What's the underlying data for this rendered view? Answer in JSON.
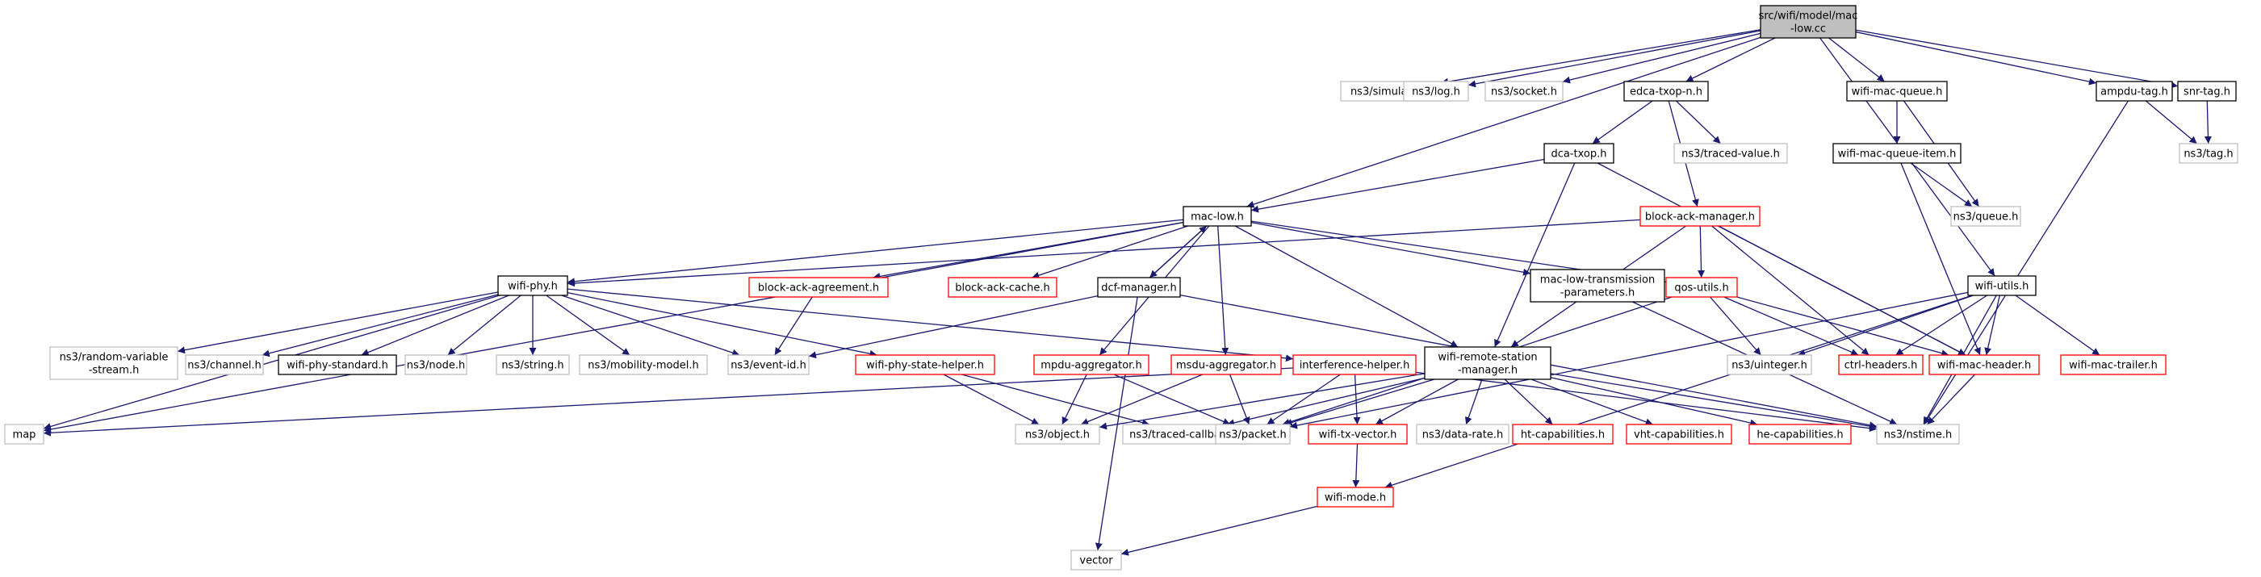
{
  "colors": {
    "edge": "#191970",
    "root_fill": "#bfbfbf",
    "normal_border": "#000000",
    "truncated_border": "#ff0000",
    "external_border": "#bfbfbf",
    "text": "#000000"
  },
  "nodes": [
    {
      "id": "mac-low-cc",
      "lines": [
        "src/wifi/model/mac",
        "-low.cc"
      ],
      "kind": "root"
    },
    {
      "id": "simulator",
      "lines": [
        "ns3/simulator.h"
      ],
      "kind": "external"
    },
    {
      "id": "log",
      "lines": [
        "ns3/log.h"
      ],
      "kind": "external"
    },
    {
      "id": "socket",
      "lines": [
        "ns3/socket.h"
      ],
      "kind": "external"
    },
    {
      "id": "edca-txop-n",
      "lines": [
        "edca-txop-n.h"
      ],
      "kind": "normal"
    },
    {
      "id": "wifi-mac-queue",
      "lines": [
        "wifi-mac-queue.h"
      ],
      "kind": "normal"
    },
    {
      "id": "ampdu-tag",
      "lines": [
        "ampdu-tag.h"
      ],
      "kind": "normal"
    },
    {
      "id": "snr-tag",
      "lines": [
        "snr-tag.h"
      ],
      "kind": "normal"
    },
    {
      "id": "dca-txop",
      "lines": [
        "dca-txop.h"
      ],
      "kind": "normal"
    },
    {
      "id": "traced-value",
      "lines": [
        "ns3/traced-value.h"
      ],
      "kind": "external"
    },
    {
      "id": "wifi-mac-queue-item",
      "lines": [
        "wifi-mac-queue-item.h"
      ],
      "kind": "normal"
    },
    {
      "id": "tag",
      "lines": [
        "ns3/tag.h"
      ],
      "kind": "external"
    },
    {
      "id": "queue",
      "lines": [
        "ns3/queue.h"
      ],
      "kind": "external"
    },
    {
      "id": "mac-low",
      "lines": [
        "mac-low.h"
      ],
      "kind": "normal"
    },
    {
      "id": "block-ack-manager",
      "lines": [
        "block-ack-manager.h"
      ],
      "kind": "truncated"
    },
    {
      "id": "wifi-phy",
      "lines": [
        "wifi-phy.h"
      ],
      "kind": "normal"
    },
    {
      "id": "block-ack-agreement",
      "lines": [
        "block-ack-agreement.h"
      ],
      "kind": "truncated"
    },
    {
      "id": "block-ack-cache",
      "lines": [
        "block-ack-cache.h"
      ],
      "kind": "truncated"
    },
    {
      "id": "dcf-manager",
      "lines": [
        "dcf-manager.h"
      ],
      "kind": "normal"
    },
    {
      "id": "mac-low-tx-params",
      "lines": [
        "mac-low-transmission",
        "-parameters.h"
      ],
      "kind": "normal"
    },
    {
      "id": "qos-utils",
      "lines": [
        "qos-utils.h"
      ],
      "kind": "truncated"
    },
    {
      "id": "wifi-utils",
      "lines": [
        "wifi-utils.h"
      ],
      "kind": "normal"
    },
    {
      "id": "random-variable-stream",
      "lines": [
        "ns3/random-variable",
        "-stream.h"
      ],
      "kind": "external"
    },
    {
      "id": "channel",
      "lines": [
        "ns3/channel.h"
      ],
      "kind": "external"
    },
    {
      "id": "wifi-phy-standard",
      "lines": [
        "wifi-phy-standard.h"
      ],
      "kind": "normal"
    },
    {
      "id": "node",
      "lines": [
        "ns3/node.h"
      ],
      "kind": "external"
    },
    {
      "id": "string",
      "lines": [
        "ns3/string.h"
      ],
      "kind": "external"
    },
    {
      "id": "mobility-model",
      "lines": [
        "ns3/mobility-model.h"
      ],
      "kind": "external"
    },
    {
      "id": "event-id",
      "lines": [
        "ns3/event-id.h"
      ],
      "kind": "external"
    },
    {
      "id": "wifi-phy-state-helper",
      "lines": [
        "wifi-phy-state-helper.h"
      ],
      "kind": "truncated"
    },
    {
      "id": "mpdu-aggregator",
      "lines": [
        "mpdu-aggregator.h"
      ],
      "kind": "truncated"
    },
    {
      "id": "msdu-aggregator",
      "lines": [
        "msdu-aggregator.h"
      ],
      "kind": "truncated"
    },
    {
      "id": "interference-helper",
      "lines": [
        "interference-helper.h"
      ],
      "kind": "truncated"
    },
    {
      "id": "wifi-remote-station-manager",
      "lines": [
        "wifi-remote-station",
        "-manager.h"
      ],
      "kind": "normal"
    },
    {
      "id": "uinteger",
      "lines": [
        "ns3/uinteger.h"
      ],
      "kind": "external"
    },
    {
      "id": "ctrl-headers",
      "lines": [
        "ctrl-headers.h"
      ],
      "kind": "truncated"
    },
    {
      "id": "wifi-mac-header",
      "lines": [
        "wifi-mac-header.h"
      ],
      "kind": "truncated"
    },
    {
      "id": "wifi-mac-trailer",
      "lines": [
        "wifi-mac-trailer.h"
      ],
      "kind": "truncated"
    },
    {
      "id": "map",
      "lines": [
        "map"
      ],
      "kind": "external"
    },
    {
      "id": "object",
      "lines": [
        "ns3/object.h"
      ],
      "kind": "external"
    },
    {
      "id": "traced-callback",
      "lines": [
        "ns3/traced-callback.h"
      ],
      "kind": "external"
    },
    {
      "id": "packet",
      "lines": [
        "ns3/packet.h"
      ],
      "kind": "external"
    },
    {
      "id": "wifi-tx-vector",
      "lines": [
        "wifi-tx-vector.h"
      ],
      "kind": "truncated"
    },
    {
      "id": "data-rate",
      "lines": [
        "ns3/data-rate.h"
      ],
      "kind": "external"
    },
    {
      "id": "ht-capabilities",
      "lines": [
        "ht-capabilities.h"
      ],
      "kind": "truncated"
    },
    {
      "id": "vht-capabilities",
      "lines": [
        "vht-capabilities.h"
      ],
      "kind": "truncated"
    },
    {
      "id": "he-capabilities",
      "lines": [
        "he-capabilities.h"
      ],
      "kind": "truncated"
    },
    {
      "id": "nstime",
      "lines": [
        "ns3/nstime.h"
      ],
      "kind": "external"
    },
    {
      "id": "wifi-mode",
      "lines": [
        "wifi-mode.h"
      ],
      "kind": "truncated"
    },
    {
      "id": "vector",
      "lines": [
        "vector"
      ],
      "kind": "external"
    }
  ],
  "edges": [
    [
      "mac-low-cc",
      "simulator"
    ],
    [
      "mac-low-cc",
      "log"
    ],
    [
      "mac-low-cc",
      "socket"
    ],
    [
      "mac-low-cc",
      "edca-txop-n"
    ],
    [
      "mac-low-cc",
      "wifi-mac-queue"
    ],
    [
      "mac-low-cc",
      "ampdu-tag"
    ],
    [
      "mac-low-cc",
      "snr-tag"
    ],
    [
      "mac-low-cc",
      "mac-low"
    ],
    [
      "mac-low-cc",
      "wifi-utils"
    ],
    [
      "edca-txop-n",
      "dca-txop"
    ],
    [
      "edca-txop-n",
      "traced-value"
    ],
    [
      "edca-txop-n",
      "block-ack-manager"
    ],
    [
      "wifi-mac-queue",
      "wifi-mac-queue-item"
    ],
    [
      "wifi-mac-queue",
      "queue"
    ],
    [
      "ampdu-tag",
      "tag"
    ],
    [
      "ampdu-tag",
      "nstime"
    ],
    [
      "snr-tag",
      "tag"
    ],
    [
      "dca-txop",
      "mac-low"
    ],
    [
      "dca-txop",
      "wifi-mac-header"
    ],
    [
      "dca-txop",
      "wifi-remote-station-manager"
    ],
    [
      "wifi-mac-queue-item",
      "queue"
    ],
    [
      "wifi-mac-queue-item",
      "wifi-mac-header"
    ],
    [
      "mac-low",
      "wifi-phy"
    ],
    [
      "mac-low",
      "block-ack-agreement"
    ],
    [
      "mac-low",
      "block-ack-cache"
    ],
    [
      "mac-low",
      "dcf-manager"
    ],
    [
      "mac-low",
      "mac-low-tx-params"
    ],
    [
      "mac-low",
      "qos-utils"
    ],
    [
      "mac-low",
      "mpdu-aggregator"
    ],
    [
      "mac-low",
      "msdu-aggregator"
    ],
    [
      "mac-low",
      "wifi-remote-station-manager"
    ],
    [
      "mac-low",
      "map"
    ],
    [
      "dcf-manager",
      "mac-low"
    ],
    [
      "dcf-manager",
      "event-id"
    ],
    [
      "dcf-manager",
      "nstime"
    ],
    [
      "dcf-manager",
      "vector"
    ],
    [
      "block-ack-manager",
      "qos-utils"
    ],
    [
      "block-ack-manager",
      "ctrl-headers"
    ],
    [
      "block-ack-manager",
      "wifi-mac-header"
    ],
    [
      "block-ack-manager",
      "wifi-remote-station-manager"
    ],
    [
      "block-ack-manager",
      "wifi-phy"
    ],
    [
      "block-ack-agreement",
      "event-id"
    ],
    [
      "mac-low-tx-params",
      "nstime"
    ],
    [
      "qos-utils",
      "uinteger"
    ],
    [
      "qos-utils",
      "ctrl-headers"
    ],
    [
      "qos-utils",
      "wifi-mac-header"
    ],
    [
      "qos-utils",
      "packet"
    ],
    [
      "wifi-utils",
      "uinteger"
    ],
    [
      "wifi-utils",
      "ctrl-headers"
    ],
    [
      "wifi-utils",
      "wifi-mac-header"
    ],
    [
      "wifi-utils",
      "wifi-mac-trailer"
    ],
    [
      "wifi-utils",
      "nstime"
    ],
    [
      "wifi-utils",
      "packet"
    ],
    [
      "wifi-utils",
      "wifi-mode"
    ],
    [
      "wifi-phy",
      "random-variable-stream"
    ],
    [
      "wifi-phy",
      "channel"
    ],
    [
      "wifi-phy",
      "wifi-phy-standard"
    ],
    [
      "wifi-phy",
      "node"
    ],
    [
      "wifi-phy",
      "string"
    ],
    [
      "wifi-phy",
      "mobility-model"
    ],
    [
      "wifi-phy",
      "event-id"
    ],
    [
      "wifi-phy",
      "wifi-phy-state-helper"
    ],
    [
      "wifi-phy",
      "interference-helper"
    ],
    [
      "wifi-phy",
      "map"
    ],
    [
      "wifi-phy-state-helper",
      "object"
    ],
    [
      "wifi-phy-state-helper",
      "traced-callback"
    ],
    [
      "mpdu-aggregator",
      "object"
    ],
    [
      "mpdu-aggregator",
      "packet"
    ],
    [
      "msdu-aggregator",
      "object"
    ],
    [
      "msdu-aggregator",
      "packet"
    ],
    [
      "interference-helper",
      "map"
    ],
    [
      "interference-helper",
      "packet"
    ],
    [
      "interference-helper",
      "wifi-tx-vector"
    ],
    [
      "interference-helper",
      "nstime"
    ],
    [
      "wifi-remote-station-manager",
      "object"
    ],
    [
      "wifi-remote-station-manager",
      "traced-callback"
    ],
    [
      "wifi-remote-station-manager",
      "packet"
    ],
    [
      "wifi-remote-station-manager",
      "wifi-tx-vector"
    ],
    [
      "wifi-remote-station-manager",
      "data-rate"
    ],
    [
      "wifi-remote-station-manager",
      "ht-capabilities"
    ],
    [
      "wifi-remote-station-manager",
      "vht-capabilities"
    ],
    [
      "wifi-remote-station-manager",
      "he-capabilities"
    ],
    [
      "wifi-remote-station-manager",
      "nstime"
    ],
    [
      "wifi-mac-header",
      "nstime"
    ],
    [
      "wifi-tx-vector",
      "wifi-mode"
    ],
    [
      "wifi-mode",
      "vector"
    ]
  ]
}
